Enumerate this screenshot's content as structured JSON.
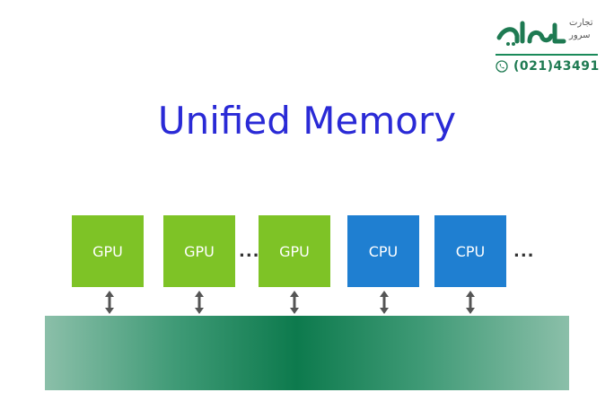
{
  "logo": {
    "brand_text": "پارسه",
    "sub_line1": "تجارت",
    "sub_line2": "سرور",
    "phone": "(021)43491",
    "brand_color": "#1e7a52"
  },
  "title": "Unified Memory",
  "processors": [
    {
      "label": "GPU",
      "type": "gpu"
    },
    {
      "label": "GPU",
      "type": "gpu"
    },
    {
      "label": "GPU",
      "type": "gpu"
    },
    {
      "label": "CPU",
      "type": "cpu"
    },
    {
      "label": "CPU",
      "type": "cpu"
    }
  ],
  "ellipsis": "...",
  "colors": {
    "gpu": "#7ec326",
    "cpu": "#1f7fd1",
    "title": "#2a2ad6",
    "memory": "#0d7a4d"
  }
}
